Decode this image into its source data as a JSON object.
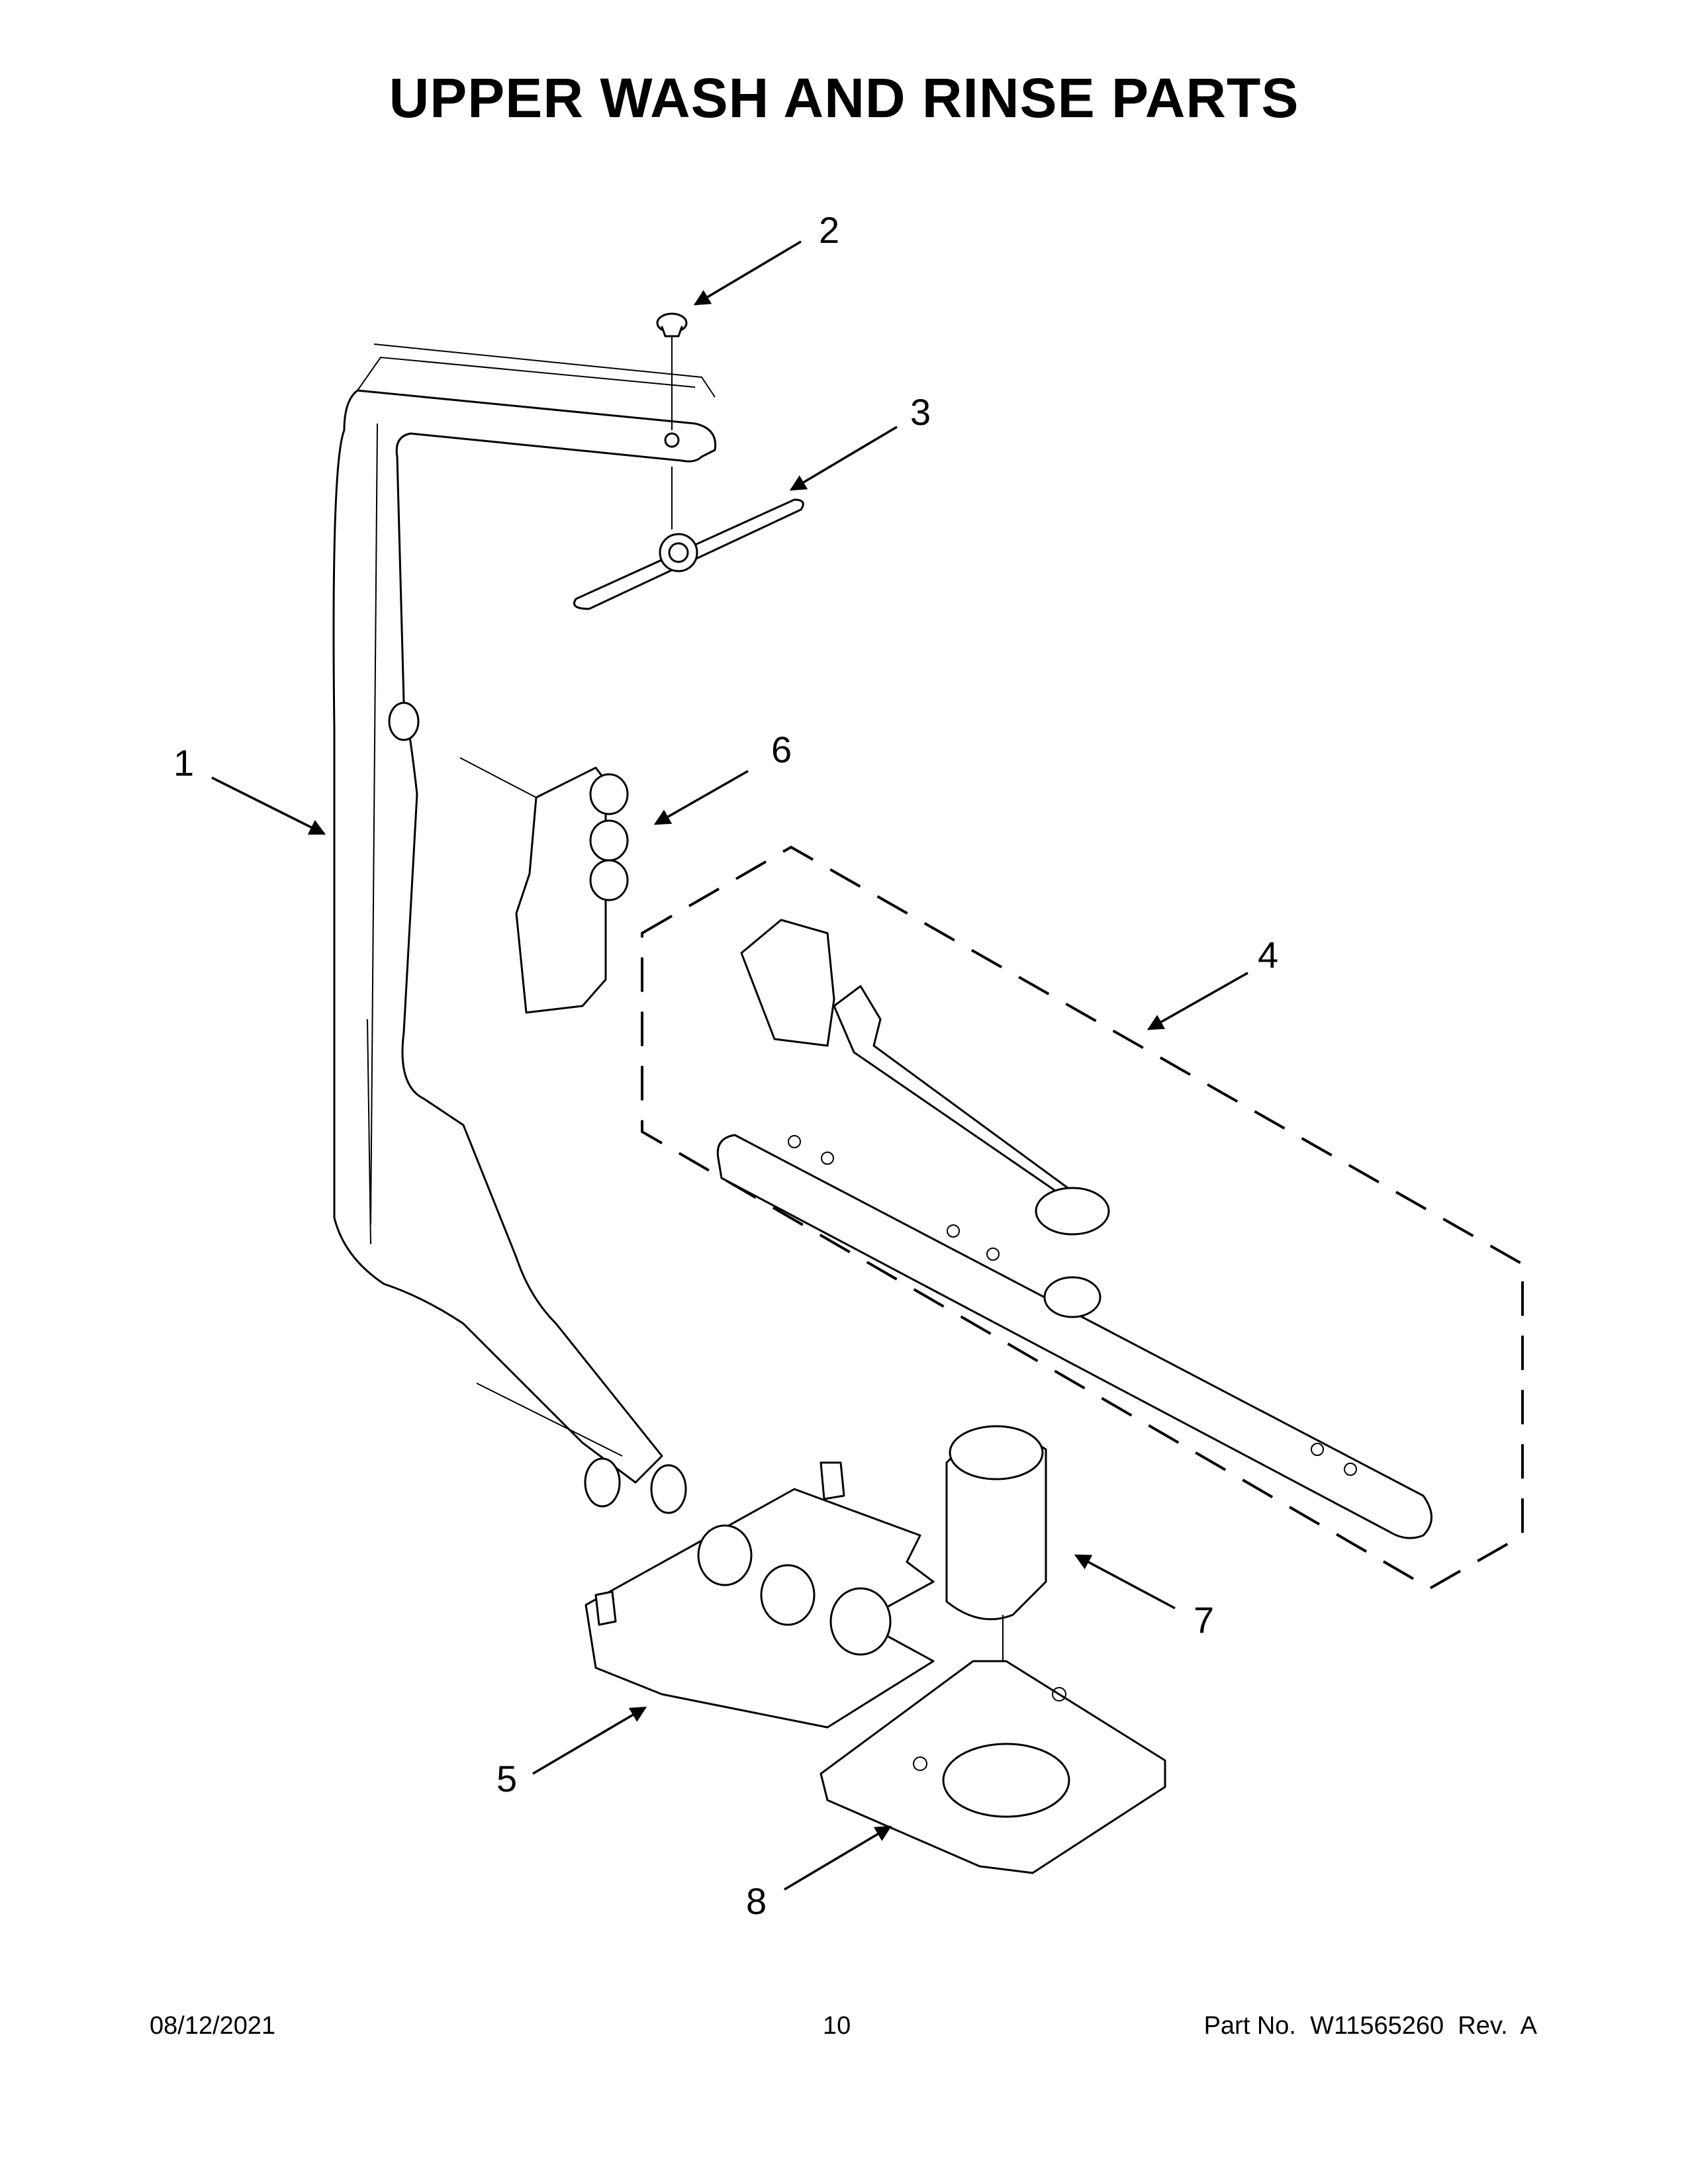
{
  "page": {
    "title": "UPPER WASH AND RINSE PARTS"
  },
  "callouts": [
    "1",
    "2",
    "3",
    "4",
    "5",
    "6",
    "7",
    "8"
  ],
  "footer": {
    "date": "08/12/2021",
    "page_number": "10",
    "part_info": "Part No.  W11565260  Rev.  A"
  }
}
